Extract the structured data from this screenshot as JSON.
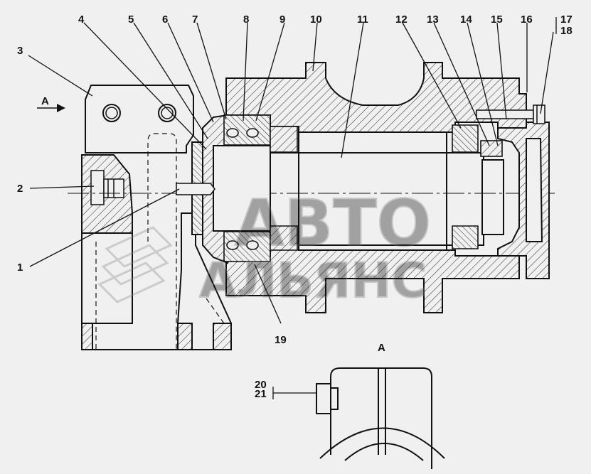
{
  "callouts": {
    "c1": "1",
    "c2": "2",
    "c3": "3",
    "c4": "4",
    "c5": "5",
    "c6": "6",
    "c7": "7",
    "c8": "8",
    "c9": "9",
    "c10": "10",
    "c11": "11",
    "c12": "12",
    "c13": "13",
    "c14": "14",
    "c15": "15",
    "c16": "16",
    "c17": "17",
    "c18": "18",
    "c19": "19",
    "c20": "20",
    "c21": "21"
  },
  "view": {
    "arrow_label": "A",
    "section_label": "A"
  },
  "watermark": {
    "line1": "АВТО",
    "line2": "АЛЬЯНС"
  }
}
